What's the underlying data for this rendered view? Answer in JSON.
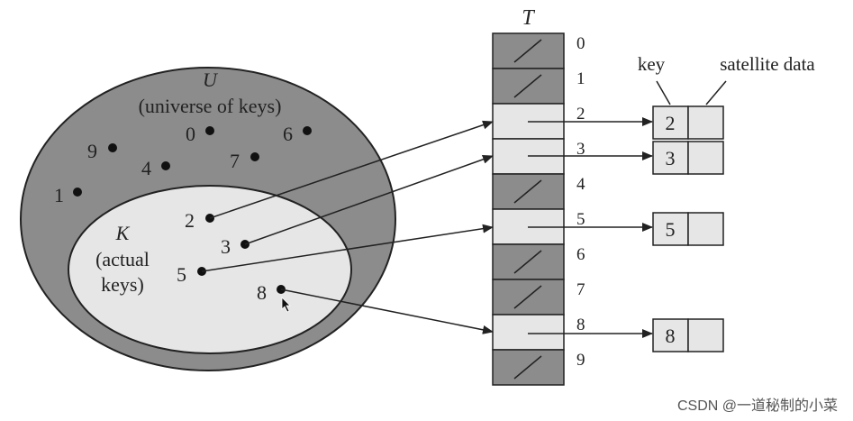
{
  "table": {
    "name": "T",
    "indices": [
      "0",
      "1",
      "2",
      "3",
      "4",
      "5",
      "6",
      "7",
      "8",
      "9"
    ]
  },
  "universe": {
    "symbol": "U",
    "caption": "(universe of keys)",
    "other_keys": [
      "0",
      "6",
      "9",
      "7",
      "4",
      "1"
    ]
  },
  "actual": {
    "symbol": "K",
    "caption_line1": "(actual",
    "caption_line2": "keys)",
    "keys": [
      "2",
      "3",
      "5",
      "8"
    ]
  },
  "element_labels": {
    "key": "key",
    "satellite": "satellite data"
  },
  "elements": [
    "2",
    "3",
    "5",
    "8"
  ],
  "watermark": "CSDN @一道秘制的小菜",
  "colors": {
    "universe_fill": "#8c8c8c",
    "actual_fill": "#e6e6e6",
    "empty_slot": "#8c8c8c",
    "used_slot": "#e6e6e6",
    "ink": "#222222"
  }
}
